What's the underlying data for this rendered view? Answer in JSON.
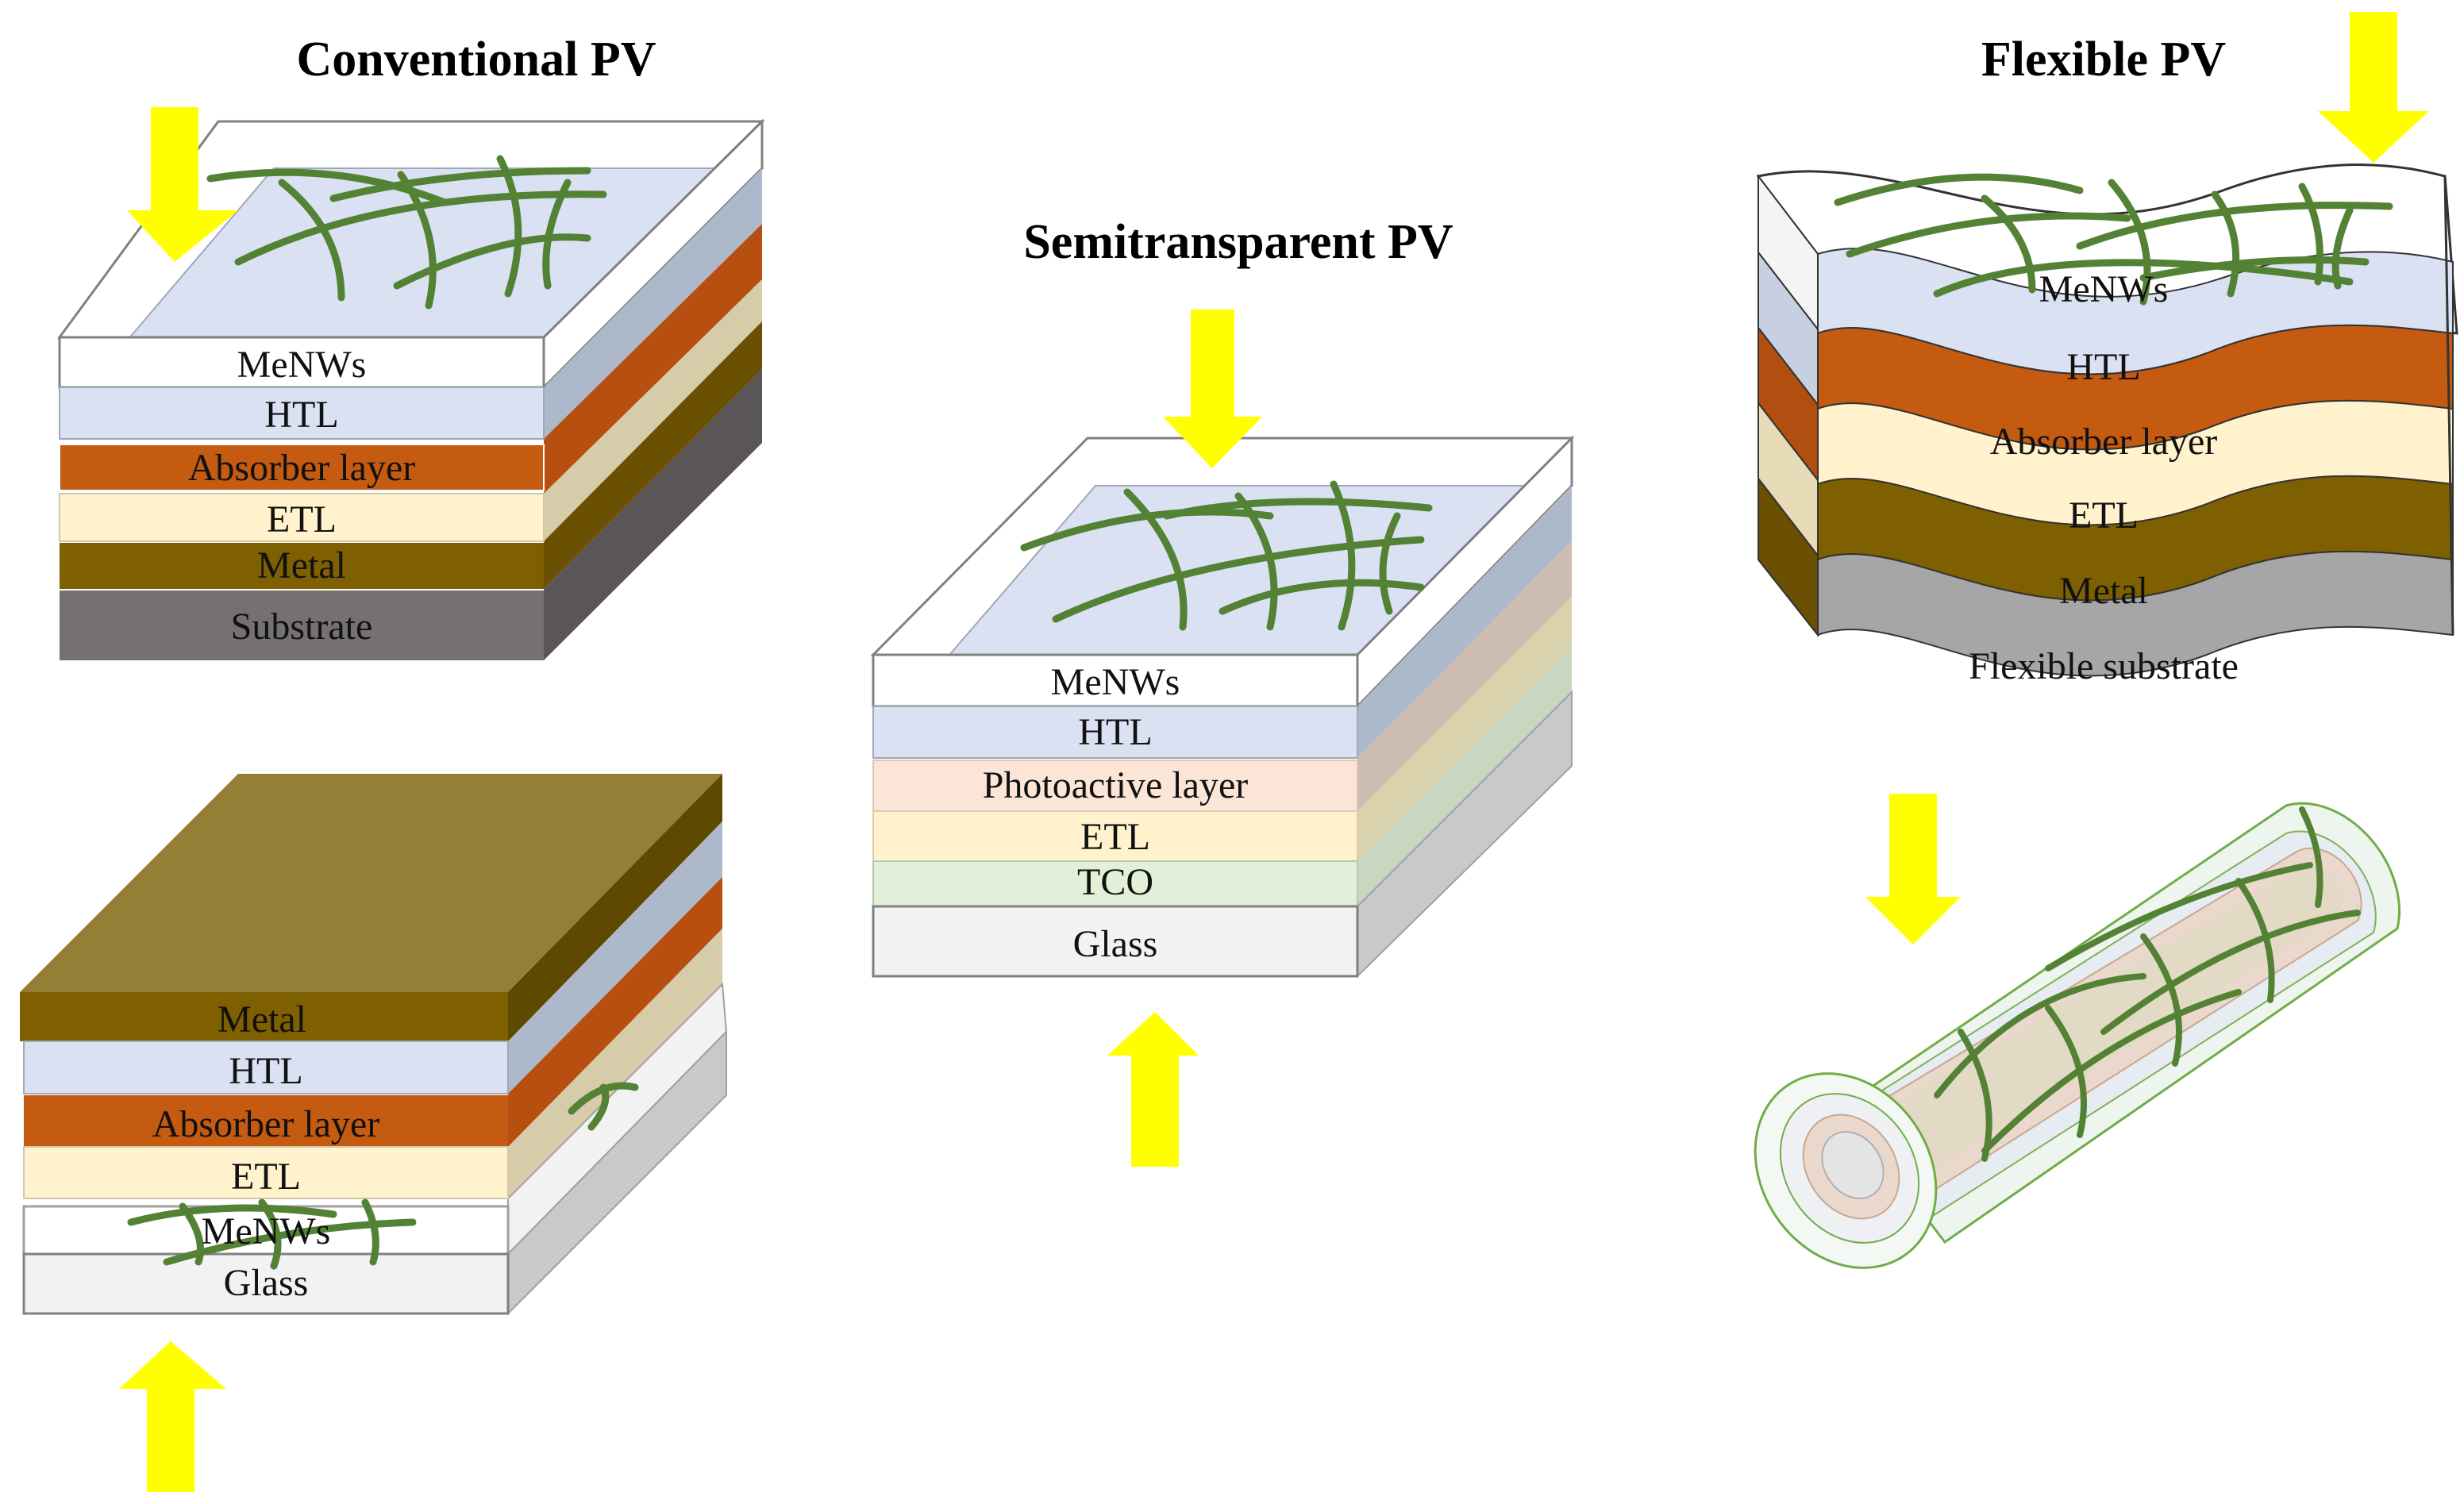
{
  "titles": {
    "conventional": "Conventional PV",
    "semitransparent": "Semitransparent PV",
    "flexible": "Flexible PV"
  },
  "conventional_top": {
    "layers": [
      {
        "label": "MeNWs",
        "color": "#ffffff"
      },
      {
        "label": "HTL",
        "color": "#d9e1f2"
      },
      {
        "label": "Absorber layer",
        "color": "#c55a11"
      },
      {
        "label": "ETL",
        "color": "#fff2cc"
      },
      {
        "label": "Metal",
        "color": "#7f6000"
      },
      {
        "label": "Substrate",
        "color": "#767171"
      }
    ]
  },
  "conventional_bottom": {
    "layers": [
      {
        "label": "Metal",
        "color": "#7f6000"
      },
      {
        "label": "HTL",
        "color": "#d9e1f2"
      },
      {
        "label": "Absorber layer",
        "color": "#c55a11"
      },
      {
        "label": "ETL",
        "color": "#fff2cc"
      },
      {
        "label": "MeNWs",
        "color": "#ffffff"
      },
      {
        "label": "Glass",
        "color": "#f2f2f2"
      }
    ]
  },
  "semitransparent": {
    "layers": [
      {
        "label": "MeNWs",
        "color": "#ffffff"
      },
      {
        "label": "HTL",
        "color": "#d9e1f2"
      },
      {
        "label": "Photoactive layer",
        "color": "#fbe5d6"
      },
      {
        "label": "ETL",
        "color": "#fff2cc"
      },
      {
        "label": "TCO",
        "color": "#e2f0d9"
      },
      {
        "label": "Glass",
        "color": "#f2f2f2"
      }
    ]
  },
  "flexible": {
    "layers": [
      {
        "label": "MeNWs",
        "color": "#ffffff"
      },
      {
        "label": "HTL",
        "color": "#d9e1f2"
      },
      {
        "label": "Absorber layer",
        "color": "#c55a11"
      },
      {
        "label": "ETL",
        "color": "#fff2cc"
      },
      {
        "label": "Metal",
        "color": "#7f6000"
      },
      {
        "label": "Flexible substrate",
        "color": "#a6a6a6"
      }
    ]
  },
  "colors": {
    "light_arrow": "#ffff00",
    "nanowire": "#548235",
    "outline": "#808080"
  }
}
